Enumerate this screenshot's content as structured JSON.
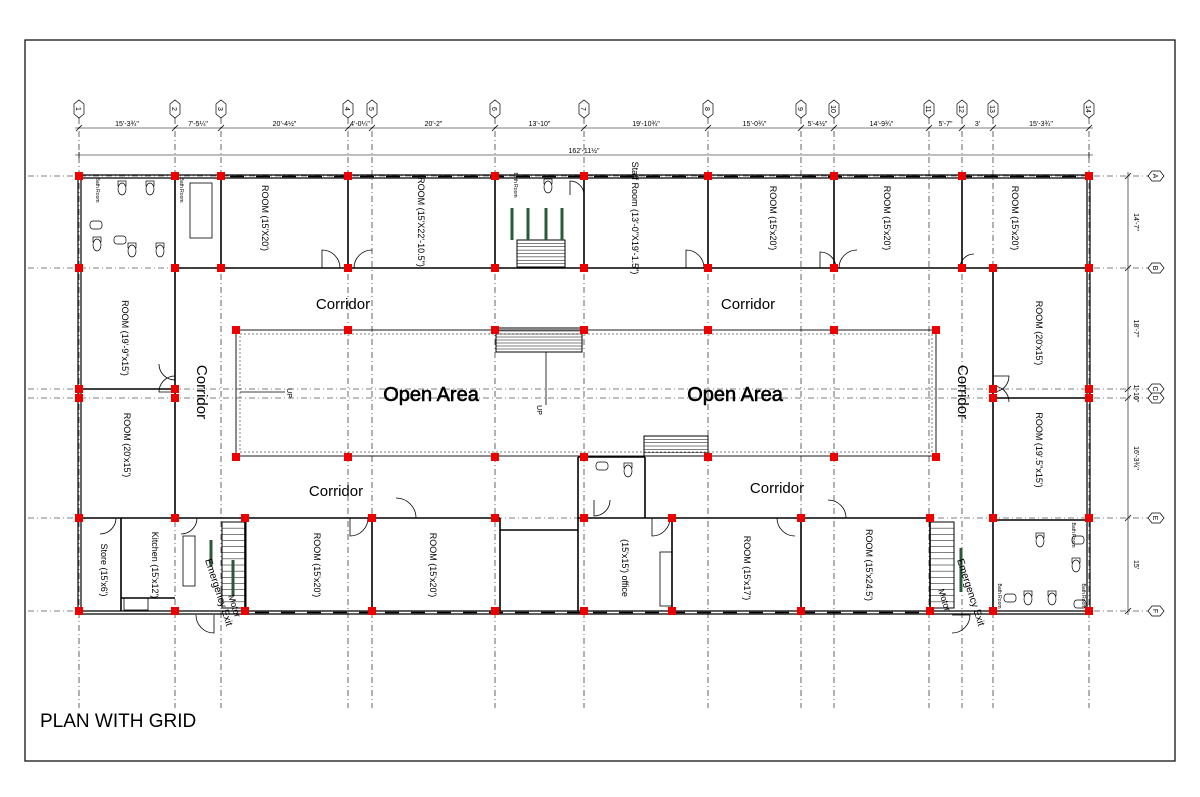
{
  "title": "PLAN WITH GRID",
  "grid": {
    "columns": [
      "1",
      "2",
      "3",
      "4",
      "5",
      "6",
      "7",
      "8",
      "9",
      "10",
      "11",
      "12",
      "13",
      "14"
    ],
    "rows": [
      "A",
      "B",
      "C",
      "D",
      "E",
      "F"
    ]
  },
  "dimensions": {
    "top": [
      "15'-3¾\"",
      "7'-5¼\"",
      "20'-4½\"",
      "4'-0¼\"",
      "20'-2\"",
      "13'-10\"",
      "19'-10¾\"",
      "15'-0¾\"",
      "5'-4½\"",
      "14'-9¾\"",
      "5'-7\"",
      "3'",
      "15'-3¾\""
    ],
    "overall": "162'-11½\"",
    "right": [
      "14'-7\"",
      "18'-7\"",
      "1'-10\"",
      "16'-3¾\"",
      "15'"
    ]
  },
  "rooms": {
    "top_1": "ROOM (15'X20')",
    "top_2": "ROOM (15'X22'-10.5\")",
    "staff": "Staff Room (13'-0\"X19'-1.5\")",
    "top_4": "ROOM (15'x20')",
    "top_5": "ROOM (15'x20')",
    "top_6": "ROOM (15'x20')",
    "left_1": "ROOM (19'-9\"x15')",
    "left_2": "ROOM (20'x15')",
    "right_1": "ROOM (20'x15')",
    "right_2": "ROOM (19'.5\"x15')",
    "kitchen": "Kitchen (15'x12')",
    "store": "Store (15'x6')",
    "bottom_1": "ROOM (15'x20')",
    "bottom_2": "ROOM (15'x20')",
    "office": "(15'x15') office",
    "bottom_3": "ROOM (15'x17')",
    "bottom_4": "ROOM (15'x24.5')",
    "bath": "Bath Room"
  },
  "labels": {
    "corridor": "Corridor",
    "open_area": "Open Area",
    "up": "UP",
    "emergency_exit": "Emergency Exit",
    "motor": "Motor"
  },
  "colors": {
    "column": "#ee0000",
    "line": "#000000",
    "grid": "#000000"
  }
}
